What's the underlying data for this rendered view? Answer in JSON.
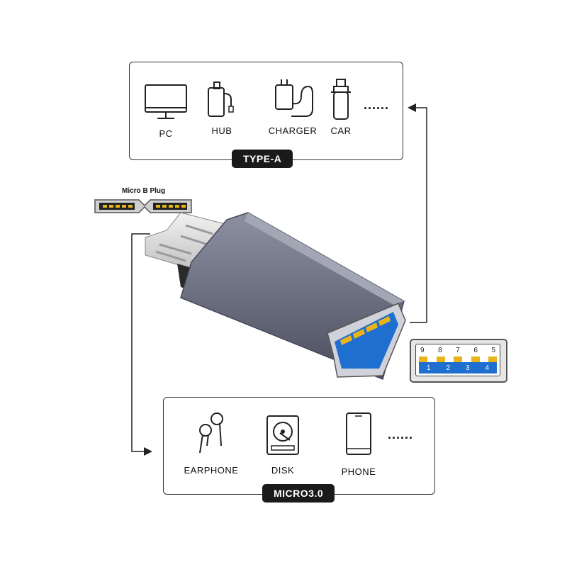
{
  "type_a": {
    "tag": "TYPE-A",
    "items": [
      {
        "label": "PC",
        "icon": "monitor-icon"
      },
      {
        "label": "HUB",
        "icon": "hub-icon"
      },
      {
        "label": "CHARGER",
        "icon": "charger-icon"
      },
      {
        "label": "CAR",
        "icon": "car-charger-icon"
      }
    ],
    "more": "......"
  },
  "micro": {
    "tag": "MICRO3.0",
    "items": [
      {
        "label": "EARPHONE",
        "icon": "earphone-icon"
      },
      {
        "label": "DISK",
        "icon": "disk-icon"
      },
      {
        "label": "PHONE",
        "icon": "phone-icon"
      }
    ],
    "more": "......"
  },
  "plug": {
    "label": "Micro B Plug"
  },
  "usb_port": {
    "top_pins": [
      "9",
      "8",
      "7",
      "6",
      "5"
    ],
    "bottom_pins": [
      "1",
      "2",
      "3",
      "4"
    ]
  },
  "colors": {
    "adapter_body": "#6b6f80",
    "port_blue": "#1f6fd0",
    "plug_silver": "#d9d9d9",
    "pin_gold": "#e8b41a"
  }
}
